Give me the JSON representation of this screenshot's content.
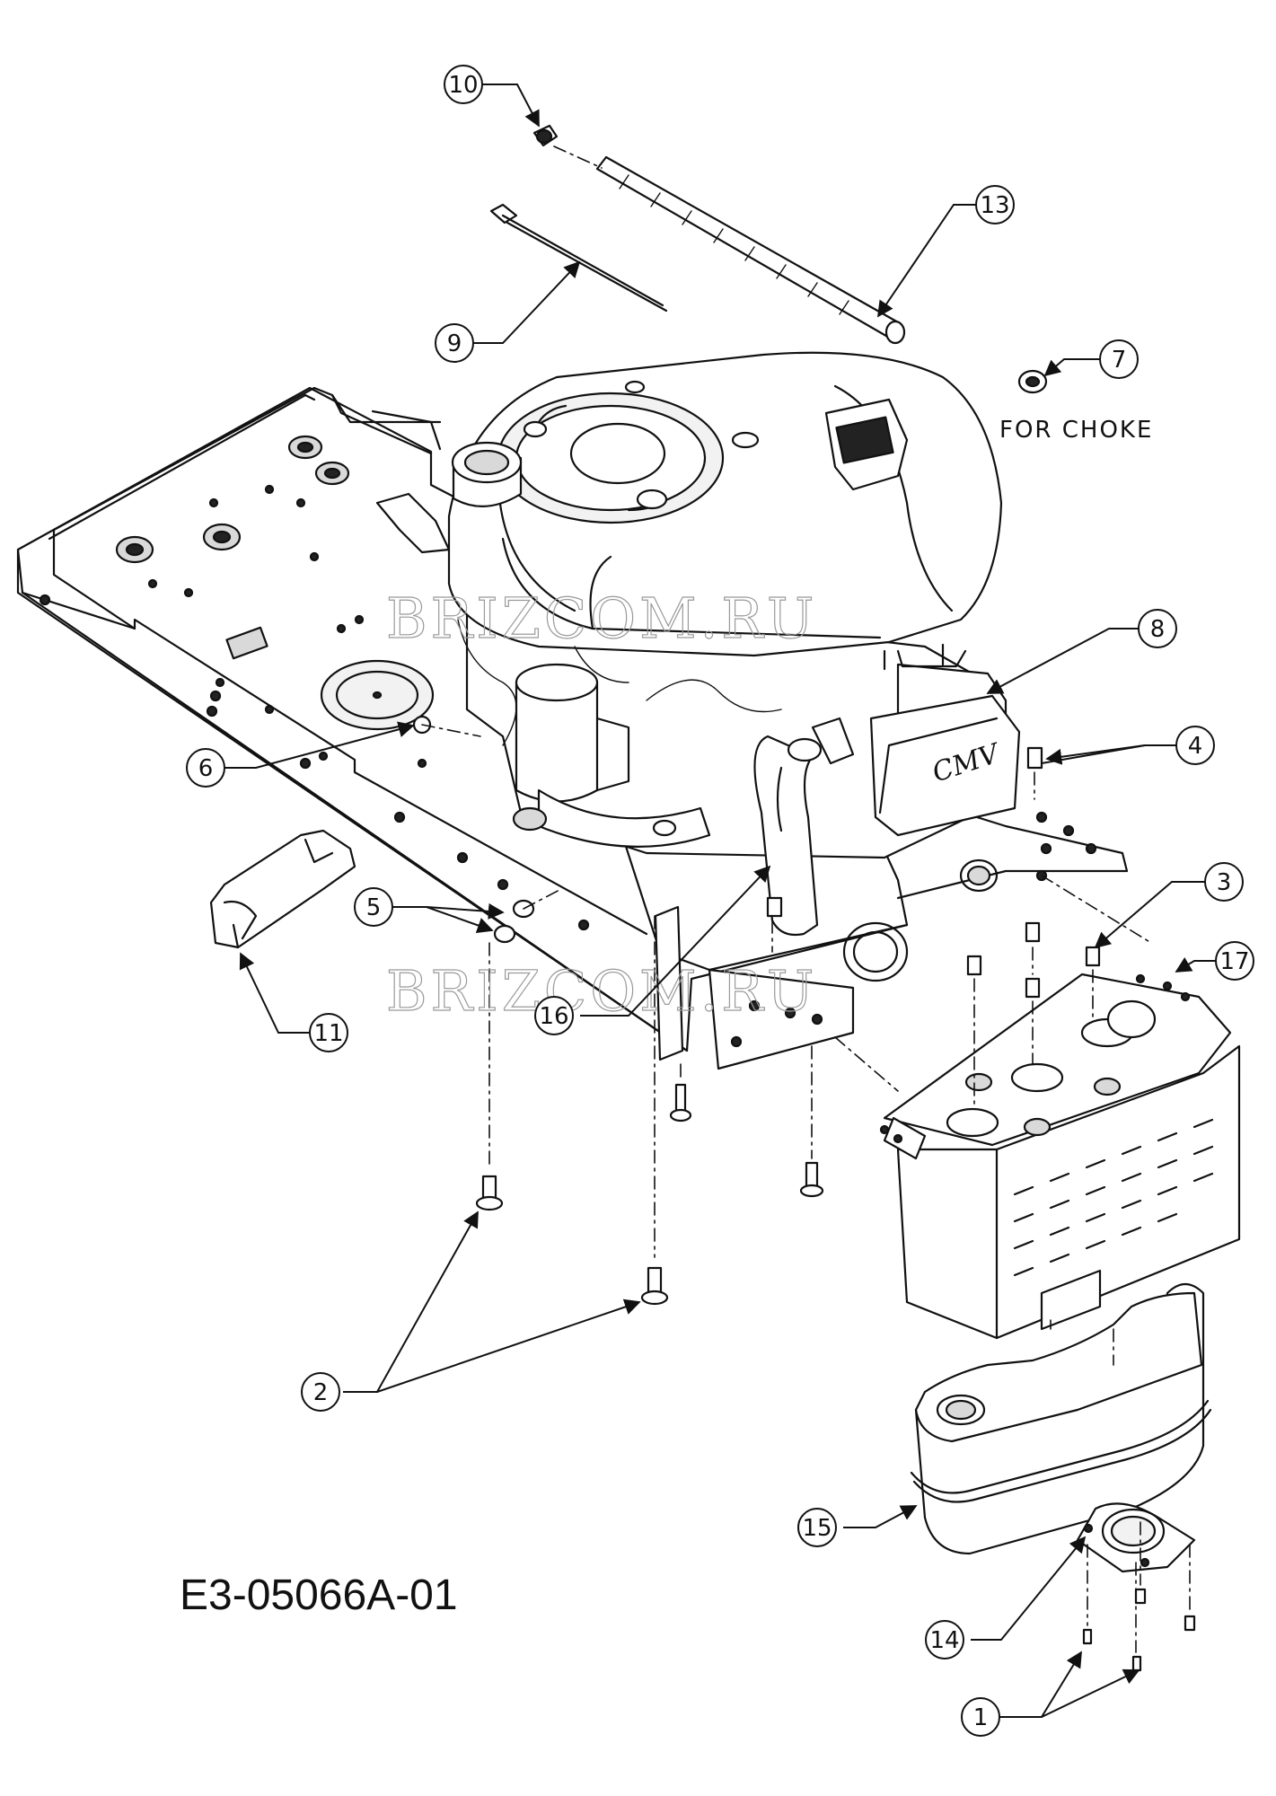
{
  "drawing_number": "E3-05066A-01",
  "note": "FOR CHOKE",
  "watermarks": [
    "BRIZCOM.RU",
    "BRIZCOM.RU"
  ],
  "callouts": {
    "c1": "1",
    "c2": "2",
    "c3": "3",
    "c4": "4",
    "c5": "5",
    "c6": "6",
    "c7": "7",
    "c8": "8",
    "c9": "9",
    "c10": "10",
    "c11": "11",
    "c13": "13",
    "c14": "14",
    "c15": "15",
    "c16": "16",
    "c17": "17"
  },
  "engine_badge": "CMV"
}
